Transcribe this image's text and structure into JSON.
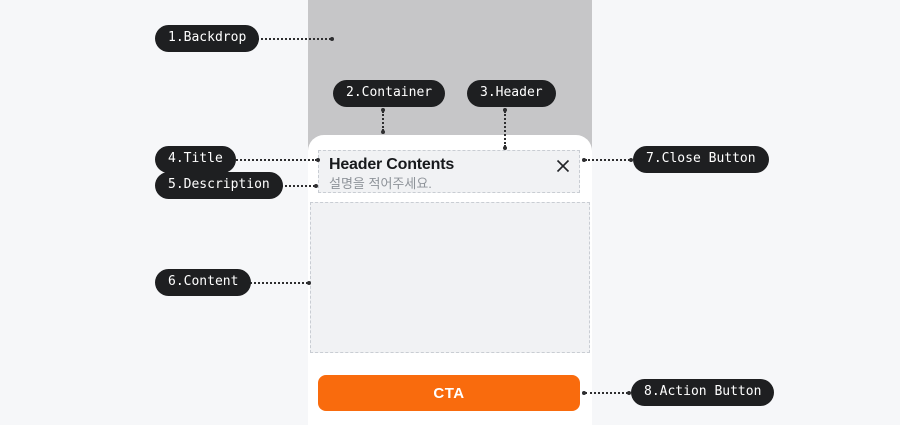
{
  "labels": [
    {
      "text": "1.Backdrop"
    },
    {
      "text": "2.Container"
    },
    {
      "text": "3.Header"
    },
    {
      "text": "4.Title"
    },
    {
      "text": "5.Description"
    },
    {
      "text": "6.Content"
    },
    {
      "text": "7.Close Button"
    },
    {
      "text": "8.Action Button"
    }
  ],
  "modal": {
    "title": "Header Contents",
    "description": "설명을 적어주세요.",
    "cta_label": "CTA"
  },
  "icons": {
    "close": "close-icon"
  },
  "colors": {
    "page_background": "#F6F7F9",
    "backdrop": "#C6C6C8",
    "container": "#FFFFFF",
    "slot_fill": "#F1F2F4",
    "slot_border": "#C9CDD3",
    "pill_background": "#1E1F21",
    "pill_text": "#FFFFFF",
    "accent_orange": "#F96B0D",
    "title_text": "#17191C",
    "description_text": "#8E9399"
  }
}
